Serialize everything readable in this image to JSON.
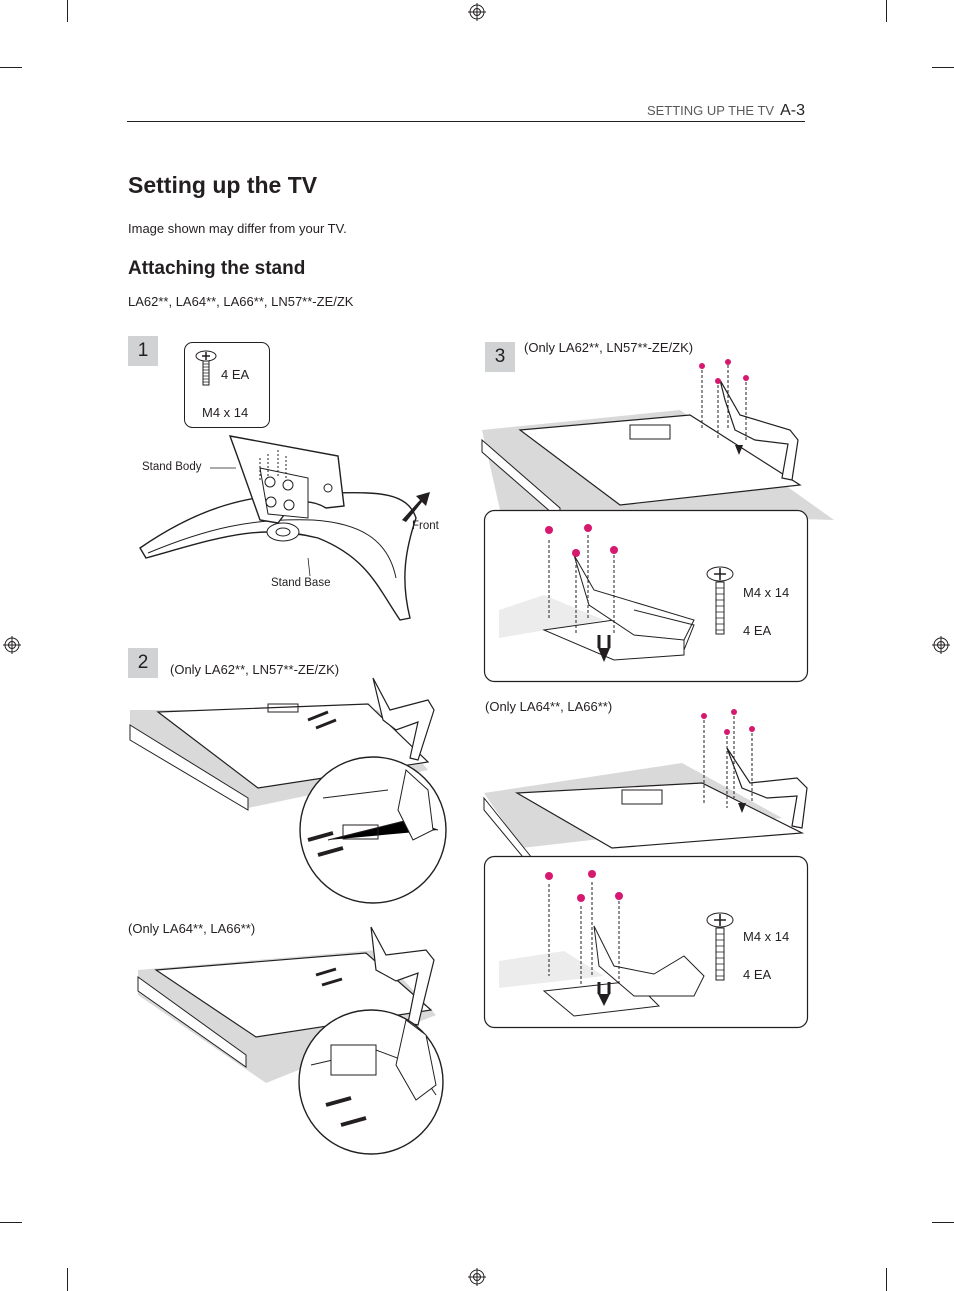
{
  "header": {
    "section": "SETTING UP THE TV",
    "page": "A-3"
  },
  "title": "Setting up the TV",
  "note": "Image shown may differ from your TV.",
  "subtitle": "Attaching the stand",
  "models": "LA62**, LA64**, LA66**, LN57**-ZE/ZK",
  "step1": {
    "number": "1",
    "screw_qty": "4 EA",
    "screw_size": "M4 x 14",
    "label_body": "Stand Body",
    "label_front": "Front",
    "label_base": "Stand Base"
  },
  "step2": {
    "number": "2",
    "caption_a": "(Only LA62**, LN57**-ZE/ZK)",
    "caption_b": "(Only LA64**, LA66**)"
  },
  "step3": {
    "number": "3",
    "caption_a": "(Only LA62**, LN57**-ZE/ZK)",
    "caption_b": "(Only LA64**, LA66**)",
    "screw_size_a": "M4 x 14",
    "screw_qty_a": "4 EA",
    "screw_size_b": "M4 x 14",
    "screw_qty_b": "4 EA"
  },
  "colors": {
    "text": "#231f20",
    "step_box": "#d1d2d4",
    "screw_accent": "#d6186e",
    "shadow": "#d9d9d9"
  }
}
